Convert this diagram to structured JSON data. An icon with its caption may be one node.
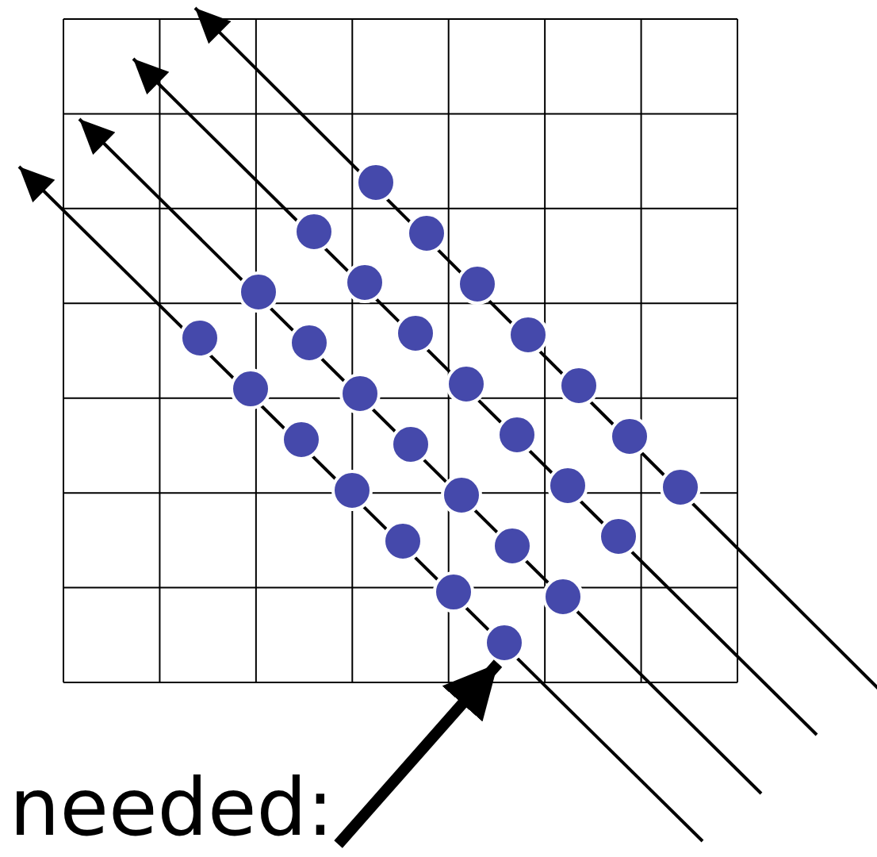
{
  "diagram": {
    "nodes": [
      {
        "text": [
          "needed:"
        ]
      },
      {
        "text": [],
        "shape": "circle"
      }
    ],
    "edges": [
      {
        "from": 0,
        "to": 1,
        "arrow": "to"
      }
    ]
  }
}
